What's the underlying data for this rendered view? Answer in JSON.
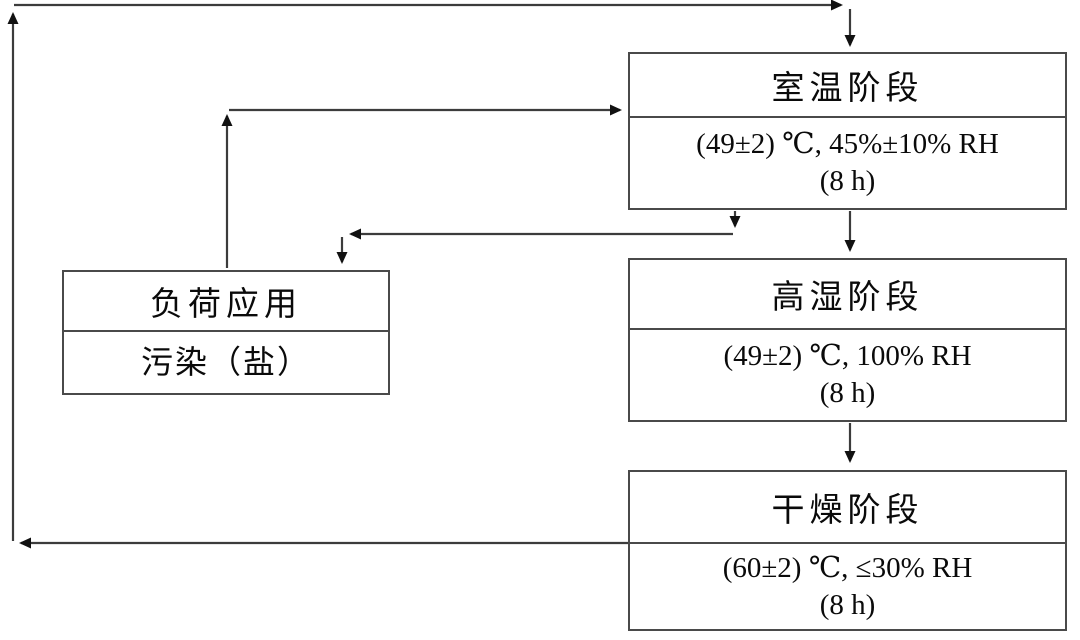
{
  "figure": {
    "type": "flowchart",
    "description_visible_only": "cyclic test stages",
    "colors": {
      "background": "#ffffff",
      "line": "#3c3c3c",
      "box_border": "#4a4a4a",
      "text": "#0a0a0a"
    },
    "stages": [
      {
        "id": "room-temp",
        "title": "室温阶段",
        "condition": "(49±2) ℃, 45%±10% RH",
        "duration": "(8 h)"
      },
      {
        "id": "high-humidity",
        "title": "高湿阶段",
        "condition": "(49±2) ℃, 100% RH",
        "duration": "(8 h)"
      },
      {
        "id": "drying",
        "title": "干燥阶段",
        "condition": "(60±2) ℃, ≤30% RH",
        "duration": "(8 h)"
      }
    ],
    "load": {
      "id": "load-application",
      "title": "负荷应用",
      "subtitle": "污染（盐）"
    },
    "edges": [
      {
        "from": "room-temp",
        "to": "high-humidity"
      },
      {
        "from": "high-humidity",
        "to": "drying"
      },
      {
        "from": "drying",
        "to": "room-temp",
        "note": "return loop around left side"
      },
      {
        "from": "load-application",
        "to": "room-temp"
      },
      {
        "from": "room-temp",
        "to": "load-application"
      }
    ]
  }
}
